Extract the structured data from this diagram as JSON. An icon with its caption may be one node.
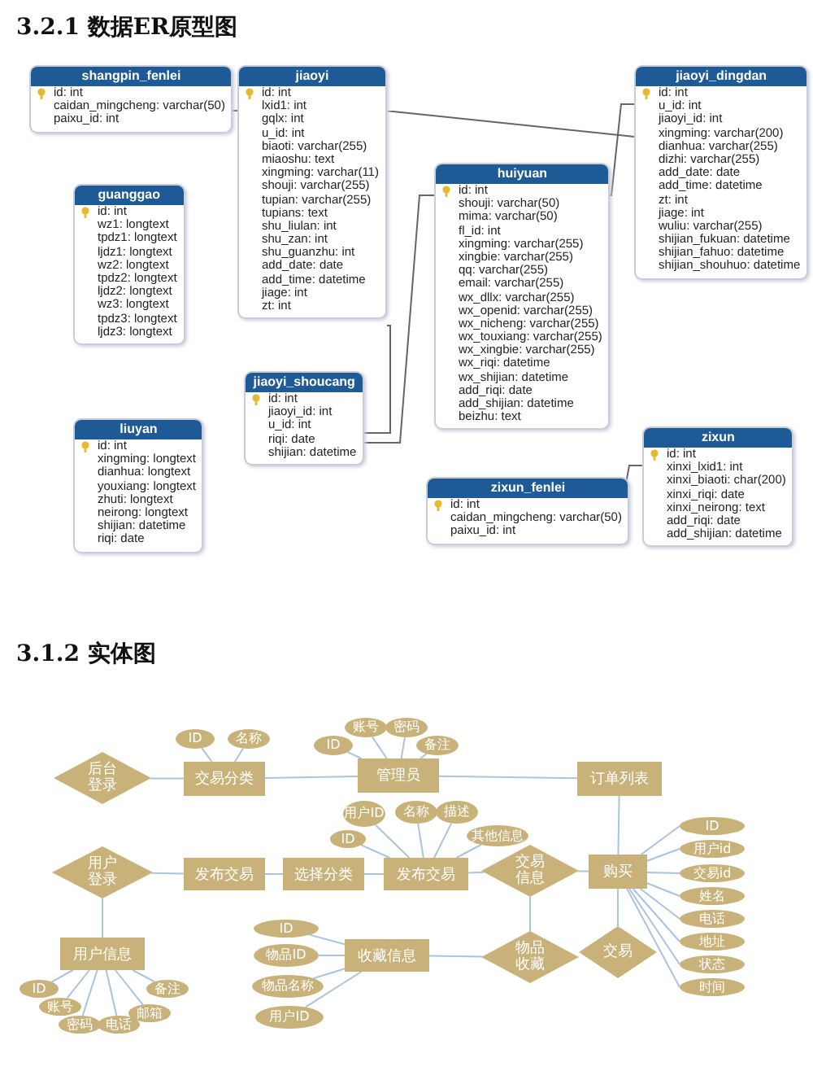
{
  "diagram": {
    "nodes": [
      {
        "text": [
          "shangpin_fenlei",
          "id: int",
          "caidan_mingcheng: varchar(50)",
          "paixu_id: int"
        ]
      },
      {
        "text": [
          "jiaoyi",
          "id: int",
          "lxid1: int",
          "gqlx: int",
          "u_id: int",
          "biaoti: varchar(255)",
          "miaoshu: text",
          "xingming: varchar(11)",
          "shouji: varchar(255)",
          "tupian: varchar(255)",
          "tupians: text",
          "shu_liulan: int",
          "shu_zan: int",
          "shu_guanzhu: int",
          "add_date: date",
          "add_time: datetime",
          "jiage: int",
          "zt: int"
        ]
      },
      {
        "text": [
          "jiaoyi_dingdan",
          "id: int",
          "u_id: int",
          "jiaoyi_id: int",
          "xingming: varchar(200)",
          "dianhua: varchar(255)",
          "dizhi: varchar(255)",
          "add_date: date",
          "add_time: datetime",
          "zt: int",
          "jiage: int",
          "wuliu: varchar(255)",
          "shijian_fukuan: datetime",
          "shijian_fahuo: datetime",
          "shijian_shouhuo: datetime"
        ]
      },
      {
        "text": [
          "guanggao",
          "id: int",
          "wz1: longtext",
          "tpdz1: longtext",
          "ljdz1: longtext",
          "wz2: longtext",
          "tpdz2: longtext",
          "ljdz2: longtext",
          "wz3: longtext",
          "tpdz3: longtext",
          "ljdz3: longtext"
        ]
      },
      {
        "text": [
          "huiyuan",
          "id: int",
          "shouji: varchar(50)",
          "mima: varchar(50)",
          "fl_id: int",
          "xingming: varchar(255)",
          "xingbie: varchar(255)",
          "qq: varchar(255)",
          "email: varchar(255)",
          "wx_dllx: varchar(255)",
          "wx_openid: varchar(255)",
          "wx_nicheng: varchar(255)",
          "wx_touxiang: varchar(255)",
          "wx_xingbie: varchar(255)",
          "wx_riqi: datetime",
          "wx_shijian: datetime",
          "add_riqi: date",
          "add_shijian: datetime",
          "beizhu: text"
        ]
      },
      {
        "text": [
          "jiaoyi_shoucang",
          "id: int",
          "jiaoyi_id: int",
          "u_id: int",
          "riqi: date",
          "shijian: datetime"
        ]
      },
      {
        "text": [
          "liuyan",
          "id: int",
          "xingming: longtext",
          "dianhua: longtext",
          "youxiang: longtext",
          "zhuti: longtext",
          "neirong: longtext",
          "shijian: datetime",
          "riqi: date"
        ]
      },
      {
        "text": [
          "zixun",
          "id: int",
          "xinxi_lxid1: int",
          "xinxi_biaoti: char(200)",
          "xinxi_riqi: date",
          "xinxi_neirong: text",
          "add_riqi: date",
          "add_shijian: datetime"
        ]
      },
      {
        "text": [
          "zixun_fenlei",
          "id: int",
          "caidan_mingcheng: varchar(50)",
          "paixu_id: int"
        ]
      },
      {
        "text": [
          "ID"
        ]
      },
      {
        "text": [
          "名称"
        ]
      },
      {
        "text": [
          "账号"
        ]
      },
      {
        "text": [
          "密码"
        ]
      },
      {
        "text": [
          "ID"
        ]
      },
      {
        "text": [
          "备注"
        ]
      },
      {
        "text": [
          "后台登录"
        ]
      },
      {
        "text": [
          "交易分类"
        ]
      },
      {
        "text": [
          "管理员"
        ]
      },
      {
        "text": [
          "订单列表"
        ]
      },
      {
        "text": [
          "用户ID"
        ]
      },
      {
        "text": [
          "名称"
        ]
      },
      {
        "text": [
          "描述"
        ]
      },
      {
        "text": [
          "ID"
        ]
      },
      {
        "text": [
          "其他信息"
        ]
      },
      {
        "text": [
          "ID"
        ]
      },
      {
        "text": [
          "用户id"
        ]
      },
      {
        "text": [
          "用户登录"
        ]
      },
      {
        "text": [
          "发布交易"
        ]
      },
      {
        "text": [
          "选择分类"
        ]
      },
      {
        "text": [
          "发布交易"
        ]
      },
      {
        "text": [
          "交易信息"
        ]
      },
      {
        "text": [
          "购买"
        ]
      },
      {
        "text": [
          "交易id"
        ]
      },
      {
        "text": [
          "姓名"
        ]
      },
      {
        "text": [
          "电话"
        ]
      },
      {
        "text": [
          "ID"
        ]
      },
      {
        "text": [
          "物品ID"
        ]
      },
      {
        "text": [
          "收藏信息"
        ]
      },
      {
        "text": [
          "物品名称"
        ]
      },
      {
        "text": [
          "用户信息"
        ]
      },
      {
        "text": [
          "物品收藏"
        ]
      },
      {
        "text": [
          "交易"
        ]
      },
      {
        "text": [
          "地址"
        ]
      },
      {
        "text": [
          "状态"
        ]
      },
      {
        "text": [
          "时间"
        ]
      },
      {
        "text": [
          "ID"
        ]
      },
      {
        "text": [
          "备注"
        ]
      },
      {
        "text": [
          "账号"
        ]
      },
      {
        "text": [
          "邮箱"
        ]
      },
      {
        "text": [
          "密码"
        ]
      },
      {
        "text": [
          "电话"
        ]
      },
      {
        "text": [
          "用户ID"
        ]
      }
    ],
    "edges": [
      {
        "from": 0,
        "to": 1,
        "arrow": "none",
        "color": "#666666"
      },
      {
        "from": 1,
        "to": 2,
        "arrow": "none",
        "color": "#666666"
      },
      {
        "from": 4,
        "to": 2,
        "arrow": "none",
        "color": "#666666"
      },
      {
        "from": 1,
        "to": 5,
        "arrow": "none",
        "color": "#666666"
      },
      {
        "from": 4,
        "to": 5,
        "arrow": "none",
        "color": "#666666"
      },
      {
        "from": 8,
        "to": 7,
        "arrow": "none",
        "color": "#666666"
      },
      {
        "from": 15,
        "to": 16,
        "arrow": "none"
      },
      {
        "from": 16,
        "to": 17,
        "arrow": "none"
      },
      {
        "from": 17,
        "to": 18,
        "arrow": "none"
      },
      {
        "from": 18,
        "to": 31,
        "arrow": "none"
      },
      {
        "from": 26,
        "to": 27,
        "arrow": "none"
      },
      {
        "from": 27,
        "to": 28,
        "arrow": "none"
      },
      {
        "from": 28,
        "to": 29,
        "arrow": "none"
      },
      {
        "from": 29,
        "to": 30,
        "arrow": "none"
      },
      {
        "from": 30,
        "to": 31,
        "arrow": "none"
      },
      {
        "from": 30,
        "to": 40,
        "arrow": "none"
      },
      {
        "from": 37,
        "to": 40,
        "arrow": "none"
      },
      {
        "from": 31,
        "to": 41,
        "arrow": "none"
      },
      {
        "from": 26,
        "to": 39,
        "arrow": "none"
      },
      {
        "from": 9,
        "to": 16,
        "arrow": "none"
      },
      {
        "from": 10,
        "to": 16,
        "arrow": "none"
      },
      {
        "from": 13,
        "to": 17,
        "arrow": "none"
      },
      {
        "from": 11,
        "to": 17,
        "arrow": "none"
      },
      {
        "from": 12,
        "to": 17,
        "arrow": "none"
      },
      {
        "from": 14,
        "to": 17,
        "arrow": "none"
      },
      {
        "from": 19,
        "to": 29,
        "arrow": "none"
      },
      {
        "from": 20,
        "to": 29,
        "arrow": "none"
      },
      {
        "from": 21,
        "to": 29,
        "arrow": "none"
      },
      {
        "from": 22,
        "to": 29,
        "arrow": "none"
      },
      {
        "from": 23,
        "to": 29,
        "arrow": "none"
      },
      {
        "from": 31,
        "to": 24,
        "arrow": "none"
      },
      {
        "from": 31,
        "to": 25,
        "arrow": "none"
      },
      {
        "from": 31,
        "to": 32,
        "arrow": "none"
      },
      {
        "from": 31,
        "to": 33,
        "arrow": "none"
      },
      {
        "from": 31,
        "to": 34,
        "arrow": "none"
      },
      {
        "from": 31,
        "to": 42,
        "arrow": "none"
      },
      {
        "from": 31,
        "to": 43,
        "arrow": "none"
      },
      {
        "from": 31,
        "to": 44,
        "arrow": "none"
      },
      {
        "from": 35,
        "to": 37,
        "arrow": "none"
      },
      {
        "from": 36,
        "to": 37,
        "arrow": "none"
      },
      {
        "from": 38,
        "to": 37,
        "arrow": "none"
      },
      {
        "from": 51,
        "to": 37,
        "arrow": "none"
      },
      {
        "from": 39,
        "to": 45,
        "arrow": "none"
      },
      {
        "from": 39,
        "to": 47,
        "arrow": "none"
      },
      {
        "from": 39,
        "to": 49,
        "arrow": "none"
      },
      {
        "from": 39,
        "to": 50,
        "arrow": "none"
      },
      {
        "from": 39,
        "to": 48,
        "arrow": "none"
      },
      {
        "from": 39,
        "to": 46,
        "arrow": "none"
      }
    ],
    "labels": [
      "3.2.1 数据ER原型图",
      "3.1.2 实体图"
    ]
  }
}
